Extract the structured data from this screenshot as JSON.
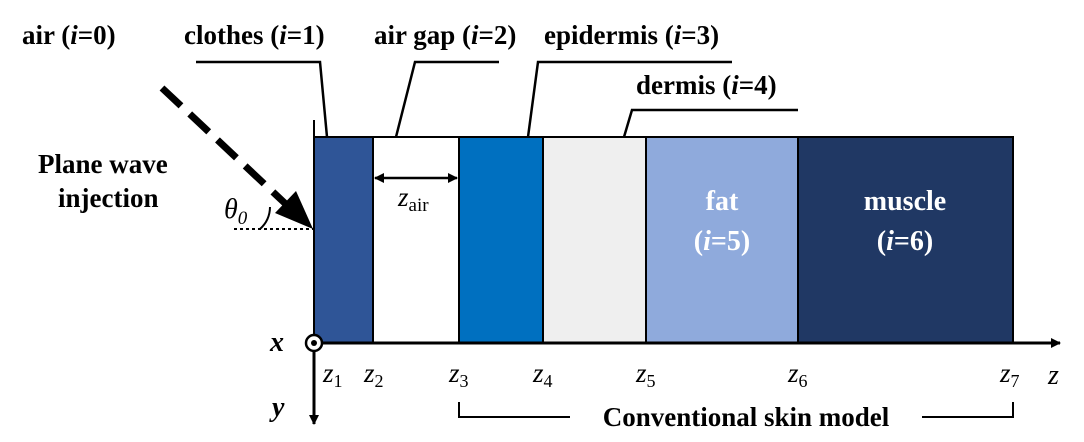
{
  "layer_labels": {
    "air": {
      "name": "air (",
      "sym": "i",
      "idx": "=0)"
    },
    "clothes": {
      "name": "clothes (",
      "sym": "i",
      "idx": "=1)"
    },
    "air_gap": {
      "name": "air gap (",
      "sym": "i",
      "idx": "=2)"
    },
    "epidermis": {
      "name": "epidermis (",
      "sym": "i",
      "idx": "=3)"
    },
    "dermis": {
      "name": "dermis (",
      "sym": "i",
      "idx": "=4)"
    },
    "fat": {
      "name": "fat",
      "sym": "i",
      "idx": "=5)",
      "open": "("
    },
    "muscle": {
      "name": "muscle",
      "sym": "i",
      "idx": "=6)",
      "open": "("
    }
  },
  "plane_wave": {
    "line1": "Plane wave",
    "line2": "injection"
  },
  "angle": {
    "sym": "θ",
    "sub": "0"
  },
  "zair": {
    "sym": "z",
    "sub": "air"
  },
  "axes": {
    "x": "x",
    "y": "y",
    "z": "z"
  },
  "interfaces": [
    {
      "sym": "z",
      "sub": "1"
    },
    {
      "sym": "z",
      "sub": "2"
    },
    {
      "sym": "z",
      "sub": "3"
    },
    {
      "sym": "z",
      "sub": "4"
    },
    {
      "sym": "z",
      "sub": "5"
    },
    {
      "sym": "z",
      "sub": "6"
    },
    {
      "sym": "z",
      "sub": "7"
    }
  ],
  "bracket_label": "Conventional skin model",
  "colors": {
    "clothes": "#2f5597",
    "air_gap": "#ffffff",
    "epidermis": "#0070c0",
    "dermis": "#efefef",
    "fat": "#8faadc",
    "muscle": "#203864"
  }
}
